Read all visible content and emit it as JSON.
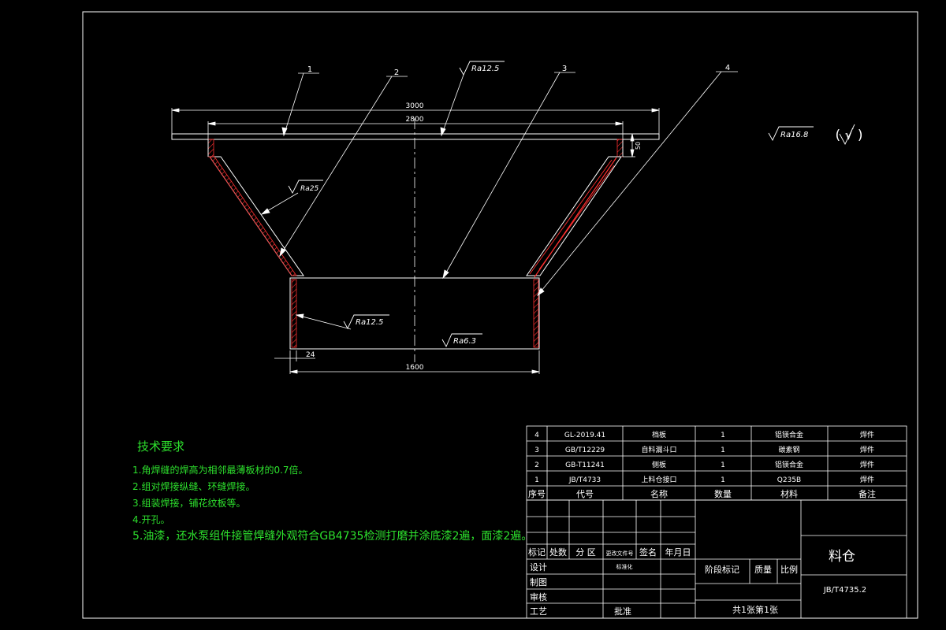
{
  "drawing": {
    "part_balloons": [
      "1",
      "2",
      "3",
      "4"
    ],
    "dimensions": {
      "overall_width": "3000",
      "top_width": "2800",
      "flange_thickness": "50",
      "wall_thickness": "24",
      "bottom_width": "1600"
    },
    "roughness": {
      "top_plate": "Ra12.5",
      "cone_wall": "Ra25",
      "tube_wall": "Ra12.5",
      "tube_bottom": "Ra6.3",
      "general": "Ra16.8",
      "general_paren": "( √ )"
    }
  },
  "tech_requirements": {
    "title": "技术要求",
    "items": [
      "1.角焊缝的焊高为相邻最薄板材的0.7倍。",
      "2.组对焊接纵缝、环缝焊接。",
      "3.组装焊接，铺花纹板等。",
      "4.开孔。",
      "5.油漆，还水泵组件接管焊缝外观符合GB4735检测打磨并涂底漆2遍，面漆2遍。"
    ]
  },
  "bom": {
    "headers": [
      "序号",
      "代号",
      "名称",
      "数量",
      "材料",
      "备注"
    ],
    "rows": [
      [
        "4",
        "GL-2019.41",
        "档板",
        "1",
        "铝镁合金",
        "焊件"
      ],
      [
        "3",
        "GB/T12229",
        "自料漏斗口",
        "1",
        "碳素钢",
        "焊件"
      ],
      [
        "2",
        "GB-T11241",
        "侧板",
        "1",
        "铝镁合金",
        "焊件"
      ],
      [
        "1",
        "JB/T4733",
        "上料仓接口",
        "1",
        "Q235B",
        "焊件"
      ]
    ]
  },
  "title_block": {
    "revision_labels": [
      "标记",
      "处数",
      "分 区",
      "更改文件号",
      "签名",
      "年月日"
    ],
    "role_labels": [
      "设计",
      "制图",
      "审核",
      "工艺"
    ],
    "standardization": "标准化",
    "approve": "批准",
    "stage_mark": "阶段标记",
    "weight": "质量",
    "scale": "比例",
    "drawing_name": "料仓",
    "drawing_number": "JB/T4735.2",
    "sheet_info": "共1张第1张"
  },
  "colors": {
    "background": "#000000",
    "lines": "#ffffff",
    "weld": "#ff3030",
    "tech_text": "#2de02d"
  }
}
